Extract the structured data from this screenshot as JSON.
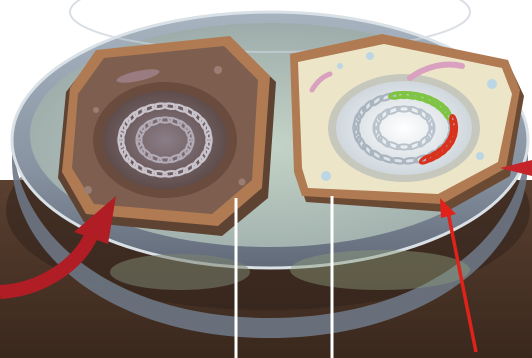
{
  "figure": {
    "subject": "petri-dish-with-two-hexagonal-cell-slices",
    "cells": [
      {
        "name": "left-cell",
        "nucleus_style": "grey-chromatin-coil"
      },
      {
        "name": "right-cell",
        "nucleus_style": "colored-chromosomes"
      }
    ],
    "colors": {
      "table": "#4a3426",
      "dish_rim": "#b9c3cc",
      "left_cell_face": "#7e5f4f",
      "right_cell_face": "#ece5c8",
      "cell_border": "#b07a52",
      "chromosome_green": "#7fc442",
      "chromosome_red": "#d9321d",
      "arrow_dark_red": "#b01d24",
      "arrow_red": "#e0221a",
      "pointer_white": "#ffffff"
    },
    "icons": [
      "curved-arrow-icon",
      "arrow-up-icon",
      "arrow-right-icon"
    ]
  }
}
